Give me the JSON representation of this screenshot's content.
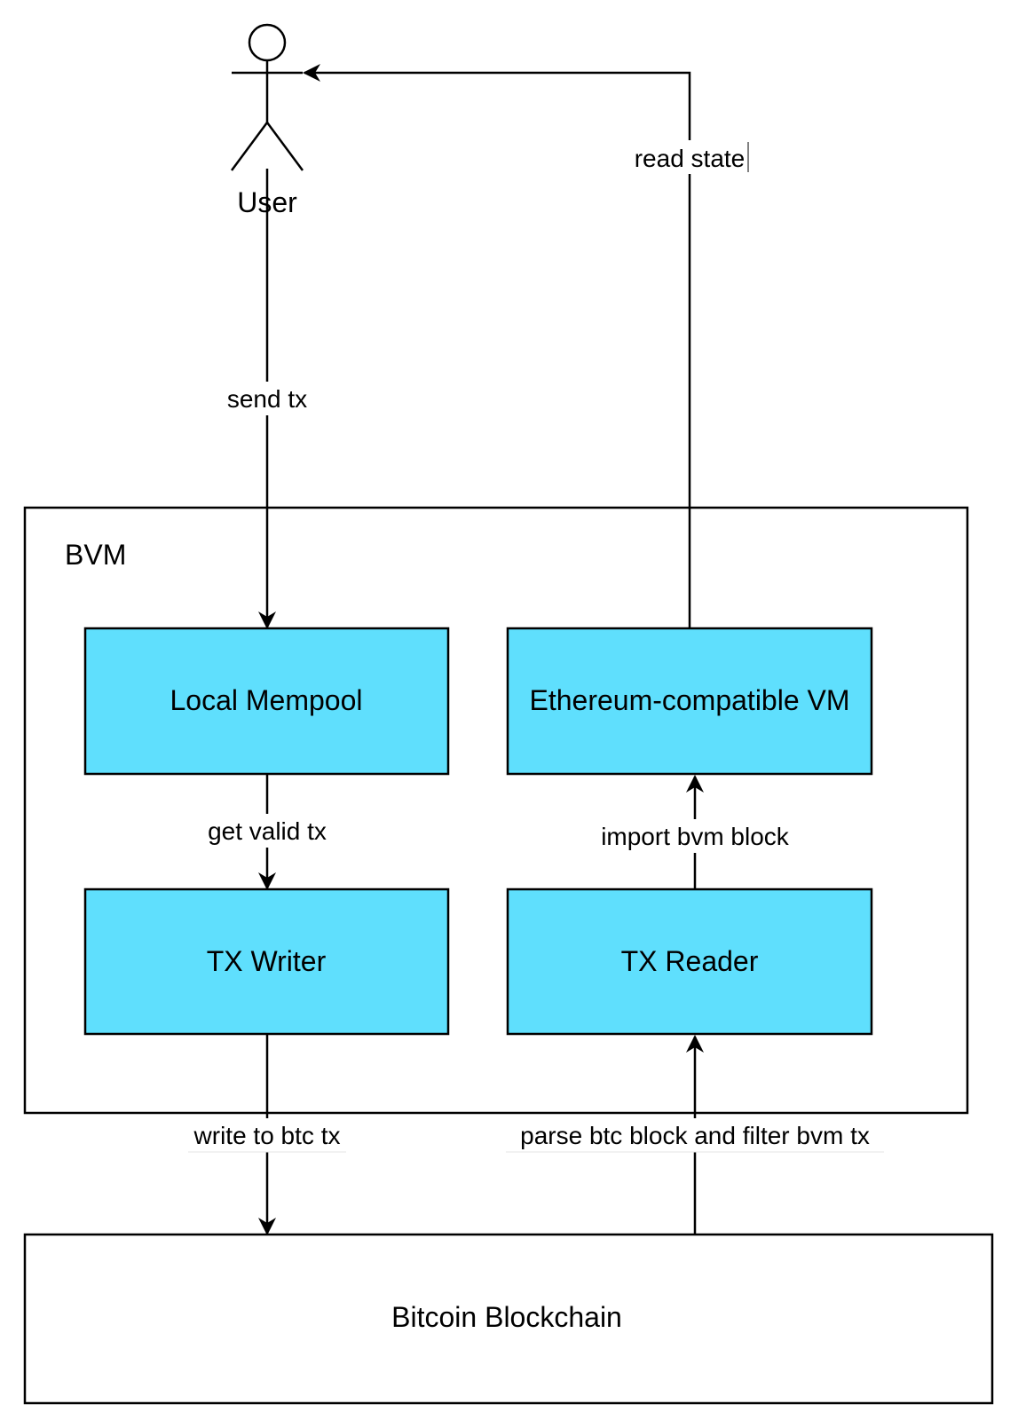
{
  "colors": {
    "component_fill": "#5fdffd",
    "stroke": "#000000",
    "background": "#ffffff"
  },
  "actor": {
    "label": "User"
  },
  "container": {
    "label": "BVM"
  },
  "components": {
    "mempool": "Local Mempool",
    "vm": "Ethereum-compatible VM",
    "writer": "TX Writer",
    "reader": "TX Reader",
    "blockchain": "Bitcoin Blockchain"
  },
  "edges": {
    "send_tx": "send tx",
    "read_state": "read state",
    "get_valid_tx": "get valid tx",
    "import_bvm_block": "import bvm block",
    "write_to_btc_tx": "write to btc tx",
    "parse_btc_block": "parse btc block and filter bvm tx"
  }
}
